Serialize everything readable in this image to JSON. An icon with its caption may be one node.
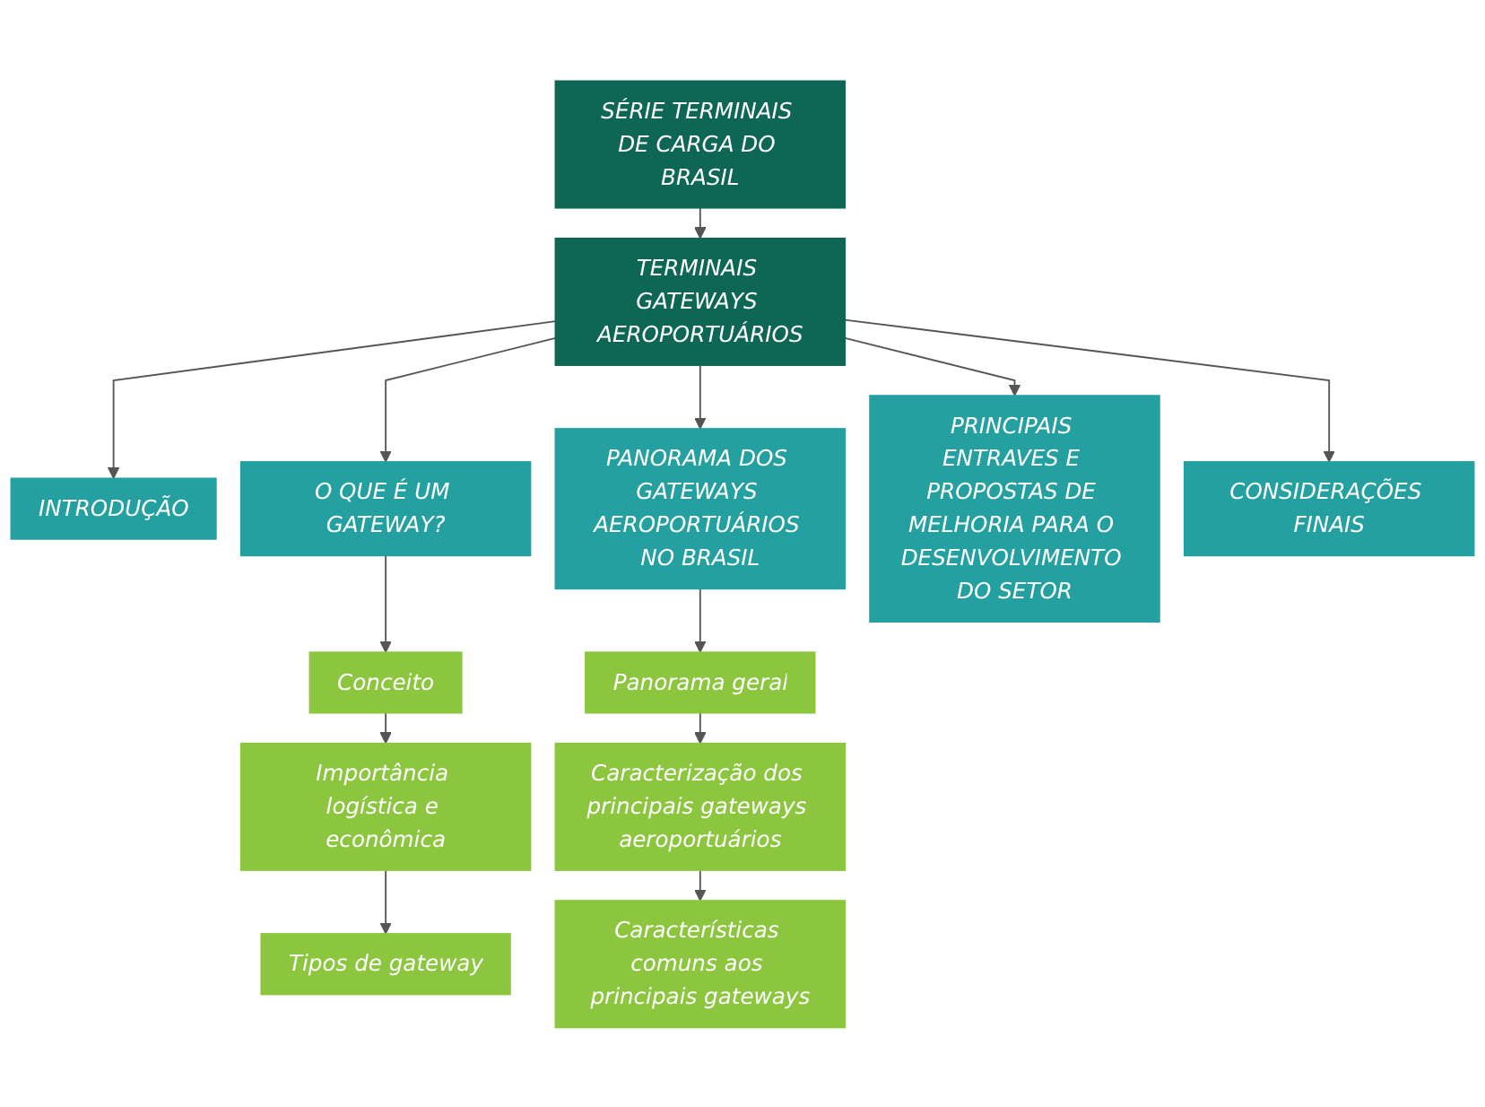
{
  "diagram": {
    "nodes": [
      {
        "text": [
          "SÉRIE TERMINAIS DE CARGA DO BRASIL"
        ]
      },
      {
        "text": [
          "TERMINAIS GATEWAYS AEROPORTUÁRIOS"
        ]
      },
      {
        "text": [
          "INTRODUÇÃO"
        ]
      },
      {
        "text": [
          "O QUE É UM GATEWAY?"
        ]
      },
      {
        "text": [
          "PANORAMA DOS GATEWAYS AEROPORTUÁRIOS NO BRASIL"
        ]
      },
      {
        "text": [
          "PRINCIPAIS ENTRAVES E PROPOSTAS DE MELHORIA PARA O DESENVOLVIMENTO DO SETOR"
        ]
      },
      {
        "text": [
          "CONSIDERAÇÕES FINAIS"
        ]
      },
      {
        "text": [
          "Conceito"
        ]
      },
      {
        "text": [
          "Importância logística e econômica"
        ]
      },
      {
        "text": [
          "Tipos de gateway"
        ]
      },
      {
        "text": [
          "Panorama geral"
        ]
      },
      {
        "text": [
          "Caracterização dos principais gateways aeroportuários"
        ]
      },
      {
        "text": [
          "Características comuns aos principais gateways"
        ]
      }
    ],
    "edges": [
      {
        "from": 0,
        "to": 1,
        "arrow": "to"
      },
      {
        "from": 1,
        "to": 2,
        "arrow": "to"
      },
      {
        "from": 1,
        "to": 3,
        "arrow": "to"
      },
      {
        "from": 1,
        "to": 4,
        "arrow": "to"
      },
      {
        "from": 1,
        "to": 5,
        "arrow": "to"
      },
      {
        "from": 1,
        "to": 6,
        "arrow": "to"
      },
      {
        "from": 3,
        "to": 7,
        "arrow": "to"
      },
      {
        "from": 7,
        "to": 8,
        "arrow": "to"
      },
      {
        "from": 8,
        "to": 9,
        "arrow": "to"
      },
      {
        "from": 4,
        "to": 10,
        "arrow": "to"
      },
      {
        "from": 10,
        "to": 11,
        "arrow": "to"
      },
      {
        "from": 11,
        "to": 12,
        "arrow": "to"
      }
    ]
  }
}
